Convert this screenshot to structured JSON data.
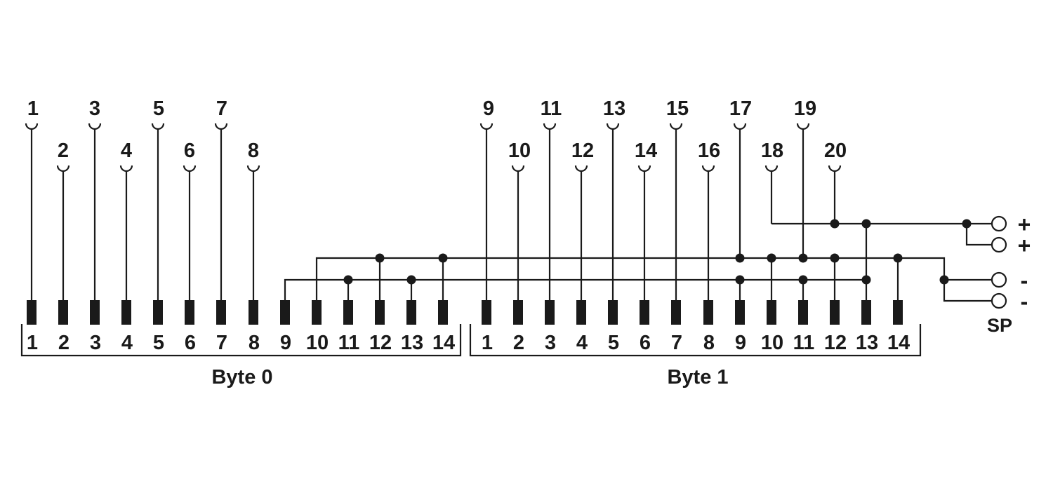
{
  "diagram": {
    "background": "#ffffff",
    "ink": "#1a1a1a",
    "signal_contacts": [
      "1",
      "2",
      "3",
      "4",
      "5",
      "6",
      "7",
      "8",
      "9",
      "10",
      "11",
      "12",
      "13",
      "14",
      "15",
      "16",
      "17",
      "18",
      "19",
      "20"
    ],
    "groups": [
      {
        "label": "Byte 0",
        "pins": [
          "1",
          "2",
          "3",
          "4",
          "5",
          "6",
          "7",
          "8",
          "9",
          "10",
          "11",
          "12",
          "13",
          "14"
        ]
      },
      {
        "label": "Byte 1",
        "pins": [
          "1",
          "2",
          "3",
          "4",
          "5",
          "6",
          "7",
          "8",
          "9",
          "10",
          "11",
          "12",
          "13",
          "14"
        ]
      }
    ],
    "supply_terminals": [
      "+",
      "+",
      "-",
      "-"
    ],
    "shield_label": "SP"
  }
}
